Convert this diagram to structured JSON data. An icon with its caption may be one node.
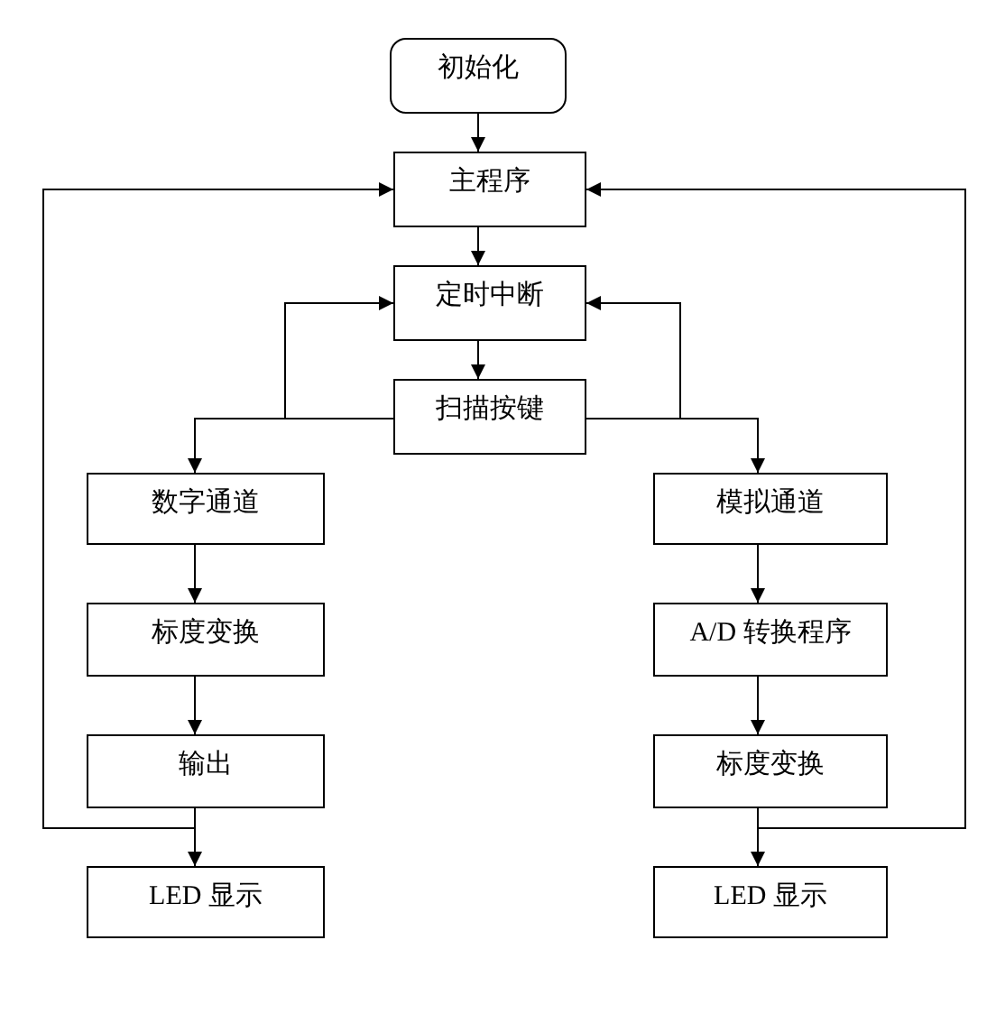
{
  "diagram": {
    "nodes": [
      {
        "text": [
          "初始化"
        ]
      },
      {
        "text": [
          "主程序"
        ]
      },
      {
        "text": [
          "定时中断"
        ]
      },
      {
        "text": [
          "扫描按键"
        ]
      },
      {
        "text": [
          "数字通道"
        ]
      },
      {
        "text": [
          "标度变换"
        ]
      },
      {
        "text": [
          "输出"
        ]
      },
      {
        "text": [
          "LED 显示"
        ]
      },
      {
        "text": [
          "模拟通道"
        ]
      },
      {
        "text": [
          "A/D 转换程序"
        ]
      },
      {
        "text": [
          "标度变换"
        ]
      },
      {
        "text": [
          "LED 显示"
        ]
      }
    ],
    "edges": [
      {
        "from": 0,
        "to": 1,
        "arrow": "to"
      },
      {
        "from": 1,
        "to": 2,
        "arrow": "to"
      },
      {
        "from": 2,
        "to": 3,
        "arrow": "to"
      },
      {
        "from": 3,
        "to": 4,
        "arrow": "to"
      },
      {
        "from": 3,
        "to": 2,
        "arrow": "to"
      },
      {
        "from": 3,
        "to": 8,
        "arrow": "to"
      },
      {
        "from": 3,
        "to": 2,
        "arrow": "to"
      },
      {
        "from": 4,
        "to": 5,
        "arrow": "to"
      },
      {
        "from": 5,
        "to": 6,
        "arrow": "to"
      },
      {
        "from": 6,
        "to": 7,
        "arrow": "to"
      },
      {
        "from": 6,
        "to": 1,
        "arrow": "to"
      },
      {
        "from": 8,
        "to": 9,
        "arrow": "to"
      },
      {
        "from": 9,
        "to": 10,
        "arrow": "to"
      },
      {
        "from": 10,
        "to": 11,
        "arrow": "to"
      },
      {
        "from": 10,
        "to": 1,
        "arrow": "to"
      }
    ]
  }
}
